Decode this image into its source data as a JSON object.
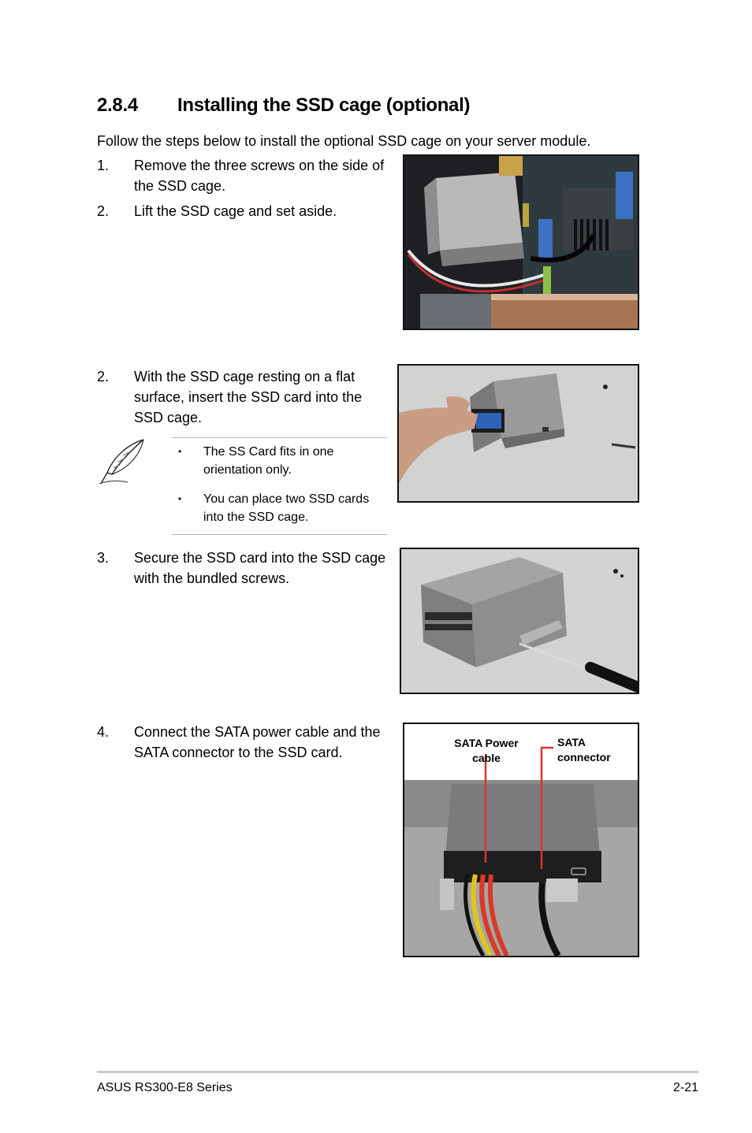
{
  "section": {
    "number": "2.8.4",
    "title": "Installing the SSD cage (optional)"
  },
  "intro": "Follow the steps below to install the optional SSD cage on your server module.",
  "steps": [
    {
      "num": "1.",
      "text": "Remove the three screws on the side of the SSD cage."
    },
    {
      "num": "2.",
      "text": "Lift the SSD cage and set aside."
    },
    {
      "num": "2.",
      "text": "With the SSD cage resting on a flat surface, insert the SSD card into the SSD cage."
    },
    {
      "num": "3.",
      "text": "Secure the SSD card into the SSD cage with the bundled screws."
    },
    {
      "num": "4.",
      "text": "Connect the SATA power cable and the SATA connector to the SSD card."
    }
  ],
  "note": {
    "icon": "feather-pen-icon",
    "bullet": "•",
    "items": [
      "The SS Card fits in one orientation only.",
      "You can place two SSD cards into the SSD cage."
    ]
  },
  "photo_callouts": {
    "sata_power": "SATA Power cable",
    "sata_connector": "SATA connector",
    "line_color": "#d93434"
  },
  "footer": {
    "left": "ASUS RS300-E8 Series",
    "right": "2-21"
  }
}
